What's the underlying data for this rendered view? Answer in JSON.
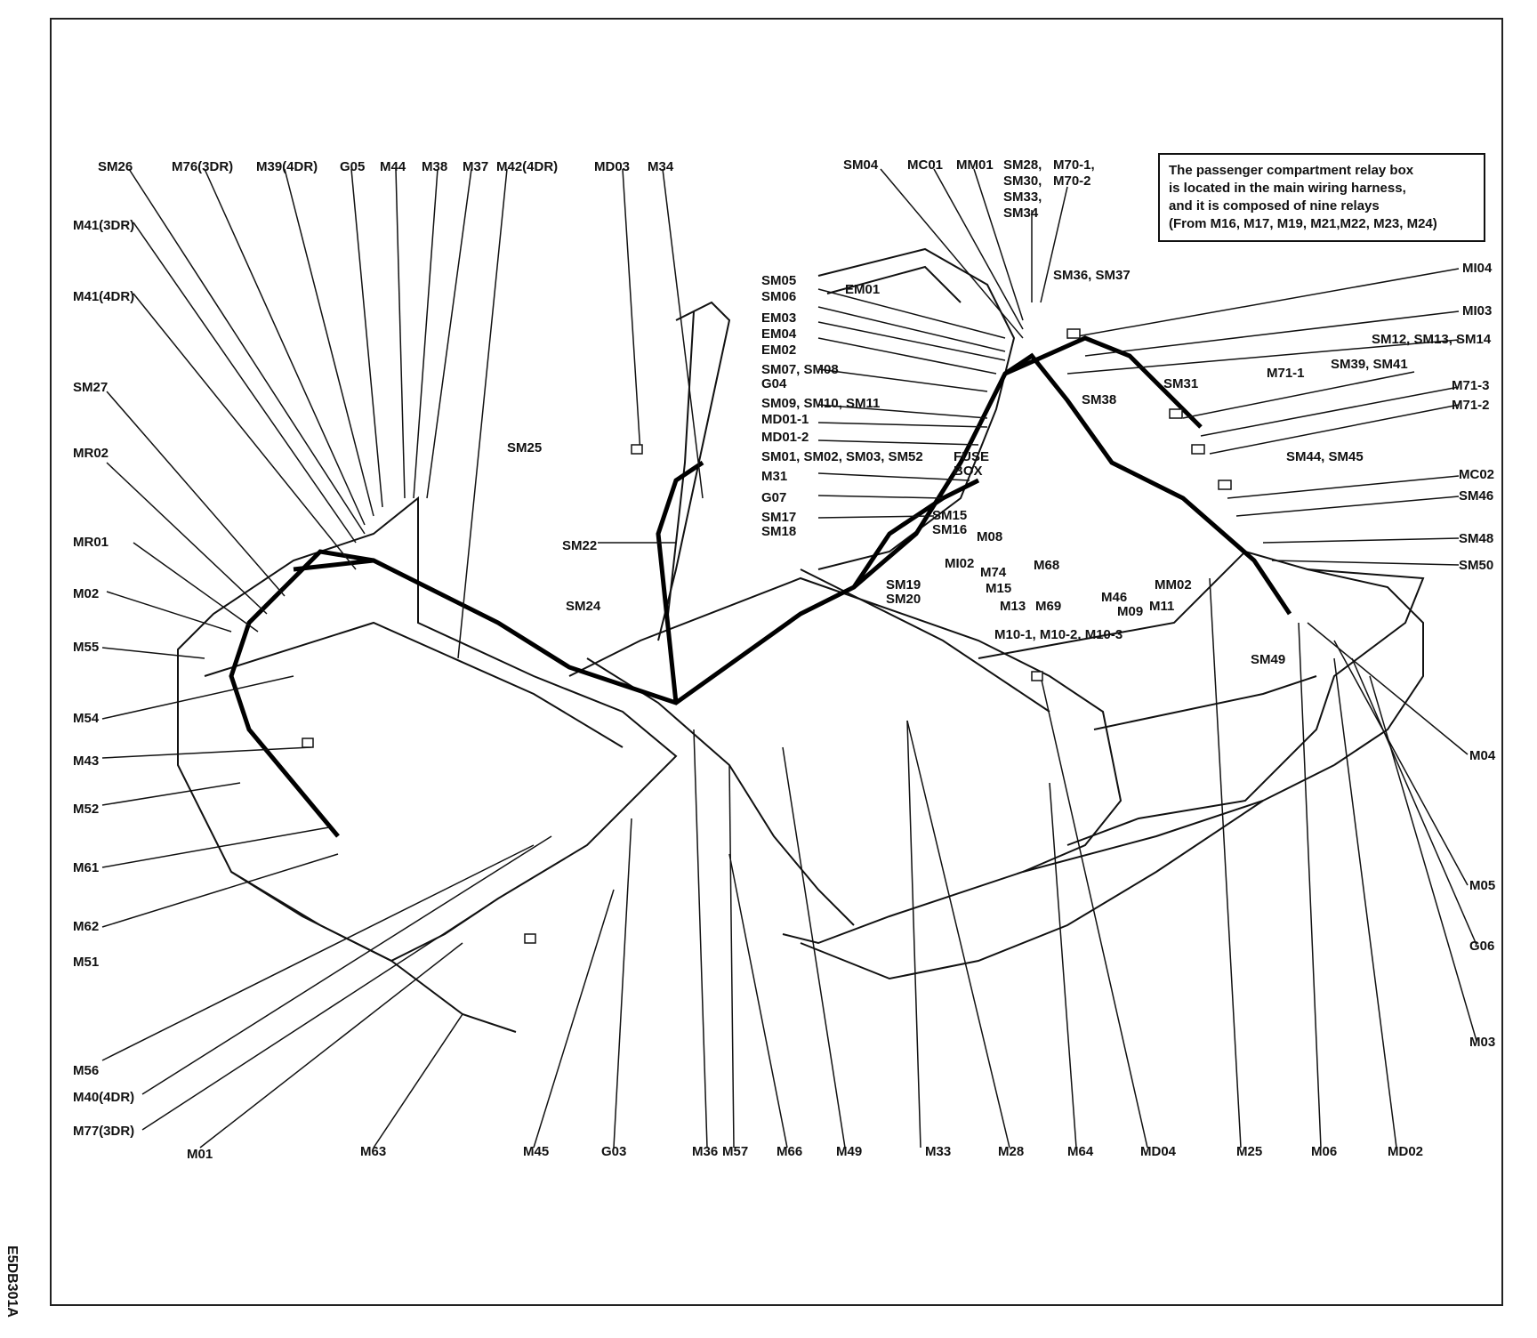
{
  "note": {
    "lines": [
      "The passenger compartment relay box",
      "is located in the main wiring harness,",
      "and it is composed of nine relays",
      "(From M16, M17, M19, M21,M22, M23, M24)"
    ]
  },
  "figure_code": "E5DB301A",
  "fuse_box": [
    "FUSE",
    "BOX"
  ],
  "top_labels": [
    "SM26",
    "M76(3DR)",
    "M39(4DR)",
    "G05",
    "M44",
    "M38",
    "M37",
    "M42(4DR)",
    "MD03",
    "M34",
    "SM04",
    "MC01",
    "MM01",
    "SM28,",
    "SM30,",
    "SM33,",
    "SM34",
    "M70-1,",
    "M70-2"
  ],
  "left_labels": [
    "M41(3DR)",
    "M41(4DR)",
    "SM27",
    "MR02",
    "MR01",
    "M02",
    "M55",
    "M54",
    "M43",
    "M52",
    "M61",
    "M62",
    "M51",
    "M56",
    "M40(4DR)",
    "M77(3DR)"
  ],
  "bottom_labels": [
    "M01",
    "M63",
    "M45",
    "G03",
    "M36",
    "M57",
    "M66",
    "M49",
    "M33",
    "M28",
    "M64",
    "MD04",
    "M25",
    "M06",
    "MD02"
  ],
  "right_labels": [
    "MI04",
    "MI03",
    "SM12, SM13, SM14",
    "SM36, SM37",
    "SM31",
    "M71-1",
    "SM39, SM41",
    "M71-3",
    "M71-2",
    "SM38",
    "SM44, SM45",
    "MC02",
    "SM46",
    "SM48",
    "SM50",
    "M04",
    "M05",
    "G06",
    "M03"
  ],
  "center_labels": [
    "SM05",
    "SM06",
    "EM01",
    "EM03",
    "EM04",
    "EM02",
    "SM07, SM08",
    "G04",
    "SM09, SM10, SM11",
    "MD01-1",
    "MD01-2",
    "SM01, SM02, SM03, SM52",
    "M31",
    "G07",
    "SM17",
    "SM18",
    "SM15",
    "SM16",
    "SM25",
    "SM22",
    "SM24",
    "SM19",
    "SM20",
    "MI02",
    "M08",
    "M74",
    "M15",
    "M13",
    "M68",
    "M69",
    "M46",
    "M09",
    "M11",
    "MM02",
    "M10-1, M10-2, M10-3",
    "SM49"
  ]
}
